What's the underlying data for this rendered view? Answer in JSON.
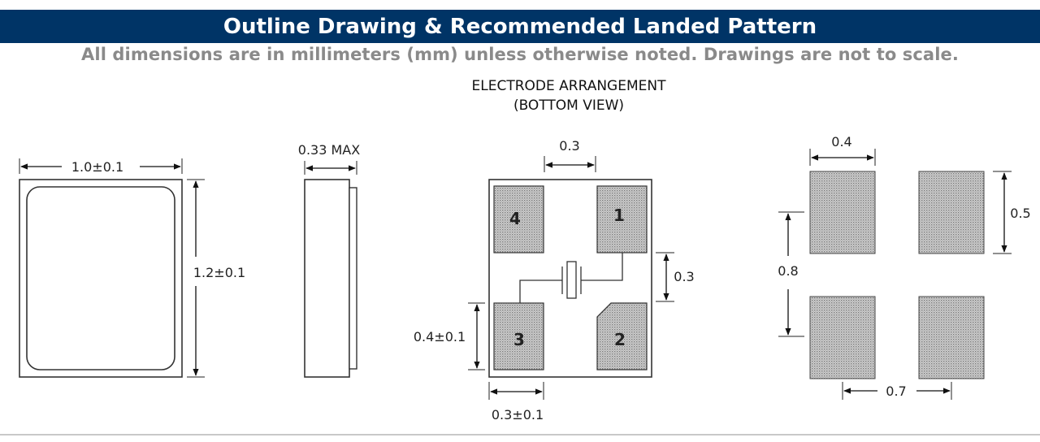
{
  "header": {
    "title": "Outline Drawing & Recommended Landed Pattern",
    "subtitle": "All dimensions are in millimeters (mm) unless otherwise noted. Drawings are not to scale.",
    "background": "#003466"
  },
  "top_view": {
    "width_label": "1.0±0.1",
    "height_label": "1.2±0.1"
  },
  "side_view": {
    "thickness_label": "0.33 MAX"
  },
  "bottom_view": {
    "title_line1": "ELECTRODE ARRANGEMENT",
    "title_line2": "(BOTTOM VIEW)",
    "pad_width_label": "0.3",
    "pad_gap_label": "0.3",
    "pad_height_label": "0.4±0.1",
    "pad_bottom_width_label": "0.3±0.1",
    "pads": [
      "4",
      "1",
      "3",
      "2"
    ]
  },
  "land_pattern": {
    "pad_width_label": "0.4",
    "pad_height_label": "0.5",
    "vertical_pitch_label": "0.8",
    "horizontal_gap_label": "0.7"
  }
}
